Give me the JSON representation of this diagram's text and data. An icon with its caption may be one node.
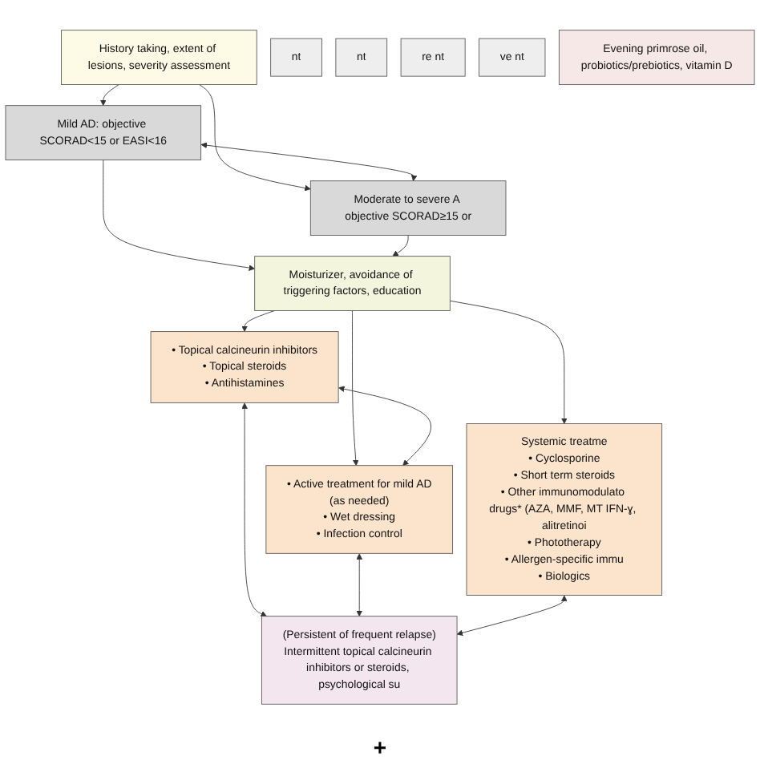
{
  "diagram": {
    "nodes": [
      {
        "text": [
          "History taking, extent of lesions, severity assessment"
        ]
      },
      {
        "text": [
          "Mild AD: objective SCORAD<15 or EASI<16"
        ]
      },
      {
        "text": [
          "Moderate to severe A objective SCORAD≥15 or"
        ]
      },
      {
        "text": [
          "nt"
        ]
      },
      {
        "text": [
          "Moisturizer, avoidance of triggering factors, education"
        ]
      },
      {
        "text": [
          "nt"
        ]
      },
      {
        "text": [
          "• Topical calcineurin inhibitors",
          "• Topical steroids",
          "• Antihistamines"
        ]
      },
      {
        "text": [
          "• Active treatment for mild AD",
          "(as needed)",
          "• Wet dressing",
          "• Infection control"
        ]
      },
      {
        "text": [
          "Systemic treatme",
          "• Cyclosporine",
          "• Short term steroids",
          "• Other immunomodulato drugs* (AZA, MMF, MT IFN-ɣ, alitretinoi",
          "• Phototherapy",
          "• Allergen-specific immu",
          "• Biologics"
        ]
      },
      {
        "text": [
          "re nt"
        ]
      },
      {
        "text": [
          "(Persistent of frequent relapse)",
          "Intermittent topical calcineurin inhibitors or steroids, psychological su"
        ]
      },
      {
        "text": [
          "ve nt"
        ]
      },
      {
        "text": [
          "Evening primrose oil, probiotics/prebiotics, vitamin D"
        ]
      }
    ],
    "edges": [
      {
        "from": 0,
        "to": 1,
        "arrow": "to"
      },
      {
        "from": 0,
        "to": 2,
        "arrow": "to"
      },
      {
        "from": 1,
        "to": 2,
        "arrow": "both"
      },
      {
        "from": 1,
        "to": 4,
        "arrow": "to"
      },
      {
        "from": 2,
        "to": 4,
        "arrow": "to"
      },
      {
        "from": 4,
        "to": 6,
        "arrow": "to"
      },
      {
        "from": 4,
        "to": 7,
        "arrow": "to"
      },
      {
        "from": 4,
        "to": 8,
        "arrow": "to"
      },
      {
        "from": 6,
        "to": 7,
        "arrow": "both"
      },
      {
        "from": 6,
        "to": 10,
        "arrow": "both"
      },
      {
        "from": 7,
        "to": 10,
        "arrow": "both"
      },
      {
        "from": 8,
        "to": 10,
        "arrow": "both"
      }
    ],
    "labels": [
      "+"
    ]
  }
}
